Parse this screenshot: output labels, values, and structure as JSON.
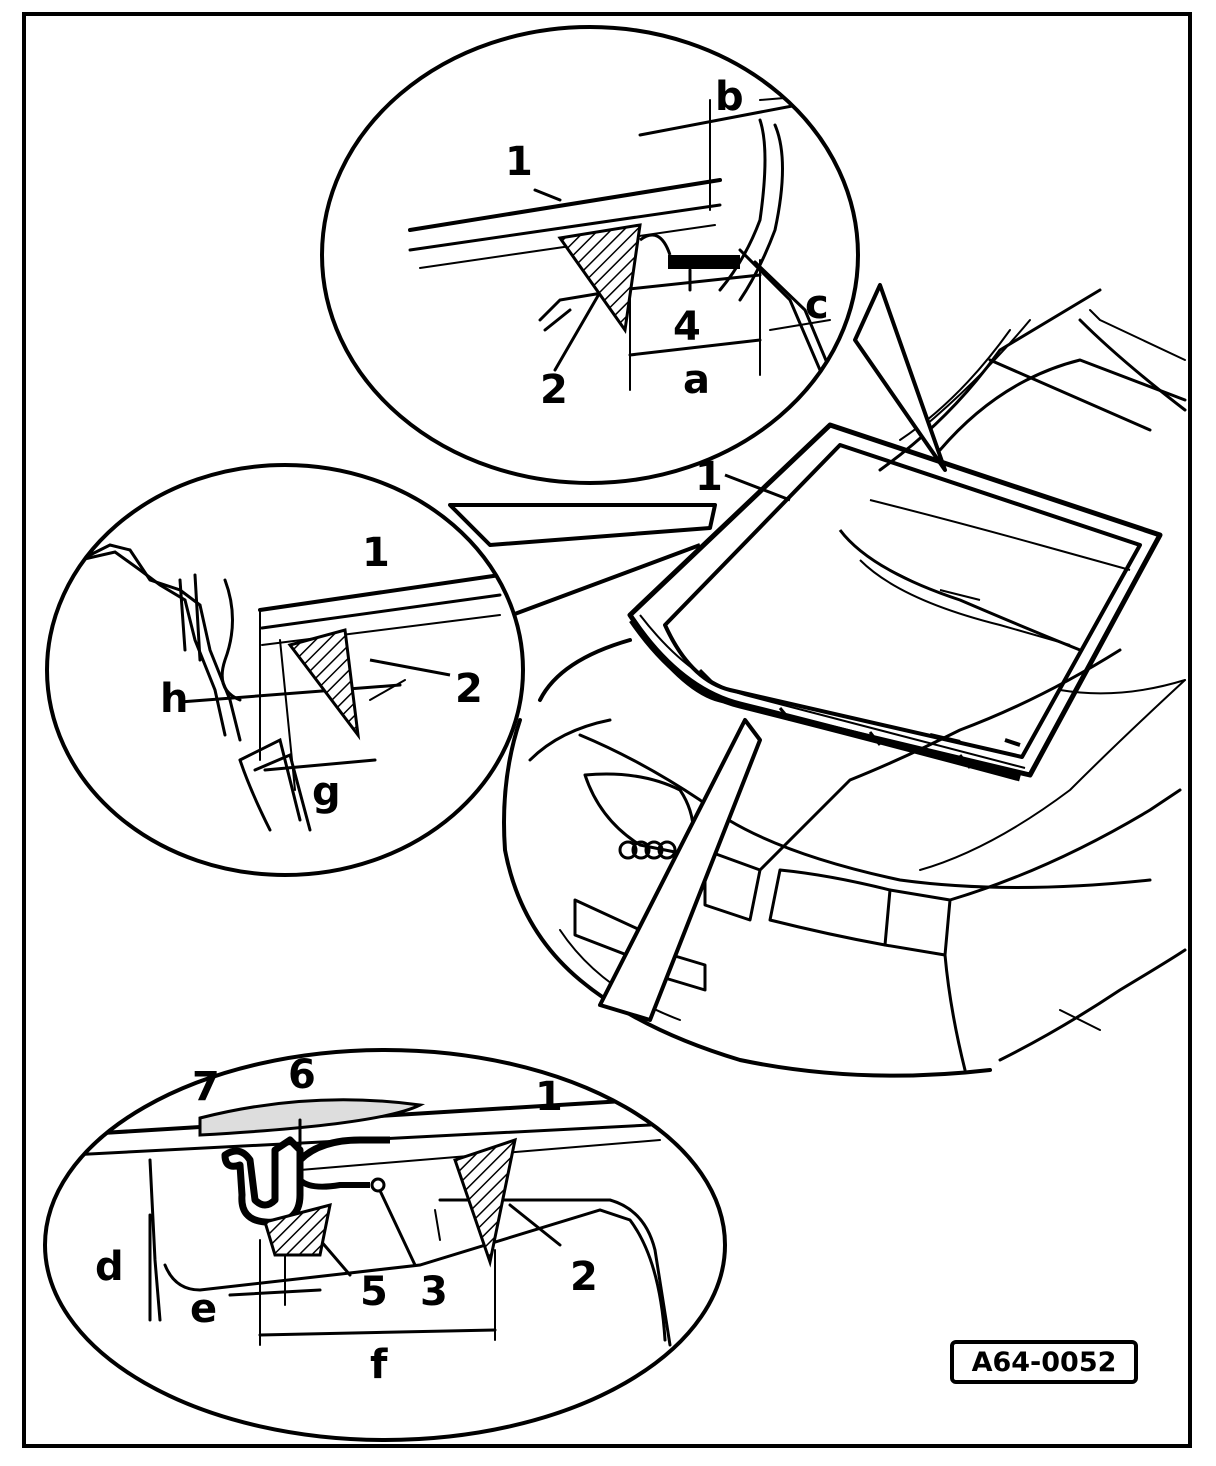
{
  "figure": {
    "reference_code": "A64-0052",
    "labels": {
      "main_1": "1",
      "top_1": "1",
      "top_2": "2",
      "top_4": "4",
      "top_a": "a",
      "top_b": "b",
      "top_c": "c",
      "mid_1": "1",
      "mid_2": "2",
      "mid_h": "h",
      "mid_g": "g",
      "bot_1": "1",
      "bot_2": "2",
      "bot_3": "3",
      "bot_5": "5",
      "bot_6": "6",
      "bot_7": "7",
      "bot_d": "d",
      "bot_e": "e",
      "bot_f": "f"
    }
  }
}
